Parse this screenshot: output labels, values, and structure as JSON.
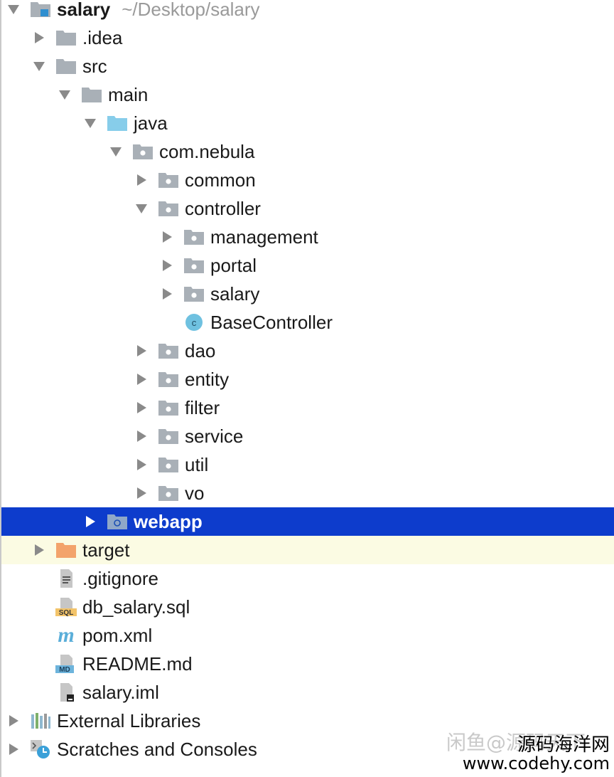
{
  "project": {
    "name": "salary",
    "path": "~/Desktop/salary"
  },
  "tree": [
    {
      "label": "salary",
      "path": "~/Desktop/salary",
      "depth": 0,
      "arrow": "down",
      "icon": "module-folder-icon",
      "bold": true
    },
    {
      "label": ".idea",
      "depth": 1,
      "arrow": "right",
      "icon": "folder-icon"
    },
    {
      "label": "src",
      "depth": 1,
      "arrow": "down",
      "icon": "folder-icon"
    },
    {
      "label": "main",
      "depth": 2,
      "arrow": "down",
      "icon": "folder-icon"
    },
    {
      "label": "java",
      "depth": 3,
      "arrow": "down",
      "icon": "source-folder-icon"
    },
    {
      "label": "com.nebula",
      "depth": 4,
      "arrow": "down",
      "icon": "package-icon"
    },
    {
      "label": "common",
      "depth": 5,
      "arrow": "right",
      "icon": "package-icon"
    },
    {
      "label": "controller",
      "depth": 5,
      "arrow": "down",
      "icon": "package-icon"
    },
    {
      "label": "management",
      "depth": 6,
      "arrow": "right",
      "icon": "package-icon"
    },
    {
      "label": "portal",
      "depth": 6,
      "arrow": "right",
      "icon": "package-icon"
    },
    {
      "label": "salary",
      "depth": 6,
      "arrow": "right",
      "icon": "package-icon"
    },
    {
      "label": "BaseController",
      "depth": 6,
      "arrow": "none",
      "icon": "class-icon"
    },
    {
      "label": "dao",
      "depth": 5,
      "arrow": "right",
      "icon": "package-icon"
    },
    {
      "label": "entity",
      "depth": 5,
      "arrow": "right",
      "icon": "package-icon"
    },
    {
      "label": "filter",
      "depth": 5,
      "arrow": "right",
      "icon": "package-icon"
    },
    {
      "label": "service",
      "depth": 5,
      "arrow": "right",
      "icon": "package-icon"
    },
    {
      "label": "util",
      "depth": 5,
      "arrow": "right",
      "icon": "package-icon"
    },
    {
      "label": "vo",
      "depth": 5,
      "arrow": "right",
      "icon": "package-icon"
    },
    {
      "label": "webapp",
      "depth": 3,
      "arrow": "right",
      "icon": "web-folder-icon",
      "selected": true
    },
    {
      "label": "target",
      "depth": 1,
      "arrow": "right",
      "icon": "excluded-folder-icon",
      "highlight": true
    },
    {
      "label": ".gitignore",
      "depth": 1,
      "arrow": "none",
      "icon": "text-file-icon"
    },
    {
      "label": "db_salary.sql",
      "depth": 1,
      "arrow": "none",
      "icon": "sql-file-icon",
      "badge": "SQL"
    },
    {
      "label": "pom.xml",
      "depth": 1,
      "arrow": "none",
      "icon": "maven-file-icon",
      "badge": "m"
    },
    {
      "label": "README.md",
      "depth": 1,
      "arrow": "none",
      "icon": "markdown-file-icon",
      "badge": "MD"
    },
    {
      "label": "salary.iml",
      "depth": 1,
      "arrow": "none",
      "icon": "iml-file-icon"
    },
    {
      "label": "External Libraries",
      "depth": 0,
      "arrow": "right",
      "icon": "libraries-icon"
    },
    {
      "label": "Scratches and Consoles",
      "depth": 0,
      "arrow": "right",
      "icon": "scratches-icon"
    }
  ],
  "colors": {
    "selection": "#0d3ccc",
    "highlight": "#fbfbe3",
    "folder": "#a9b0b7",
    "source_folder": "#87cdea",
    "excluded_folder": "#f3a36b",
    "class_icon": "#6fc1e0"
  },
  "watermark": {
    "faint": "闲鱼@源码天下",
    "site_name": "源码海洋网",
    "url": "www.codehy.com"
  }
}
